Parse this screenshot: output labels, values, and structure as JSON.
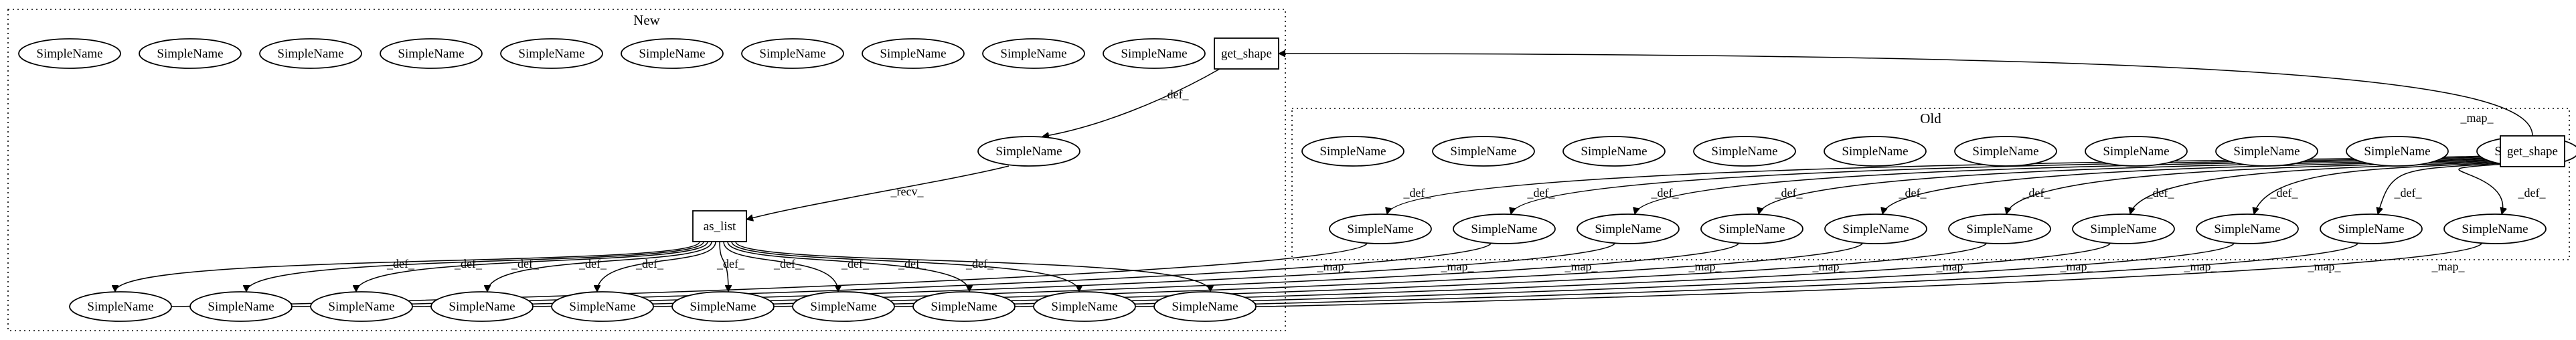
{
  "clusters": [
    {
      "id": "new",
      "label": "New"
    },
    {
      "id": "old",
      "label": "Old"
    }
  ],
  "node_labels": {
    "simple": "SimpleName",
    "get_shape": "get_shape",
    "as_list": "as_list"
  },
  "edge_labels": {
    "def": "_def_",
    "map": "_map_",
    "recv": "_recv_"
  },
  "graph": {
    "new_isolated_simple_names": 10,
    "old_isolated_simple_names": 10,
    "new_def_children_of_as_list": 10,
    "old_def_children_of_get_shape": 10,
    "old_children_map_to_new": "each Old SimpleName maps to every New SimpleName child of as_list",
    "cross_edge": "Old get_shape maps to New get_shape"
  }
}
